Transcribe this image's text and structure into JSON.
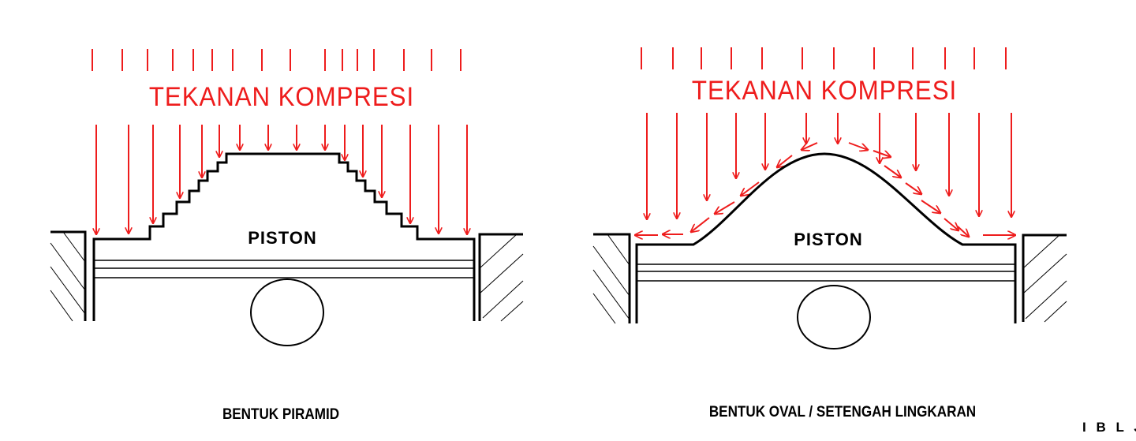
{
  "colors": {
    "arrow": "#ee1c1c",
    "outline": "#000000",
    "background": "#ffffff"
  },
  "left_diagram": {
    "pressure_label": "TEKANAN KOMPRESI",
    "piston_label": "PISTON",
    "caption": "BENTUK PIRAMID"
  },
  "right_diagram": {
    "pressure_label": "TEKANAN KOMPRESI",
    "piston_label": "PISTON",
    "caption": "BENTUK OVAL / SETENGAH LINGKARAN"
  },
  "credit": "I B L J"
}
